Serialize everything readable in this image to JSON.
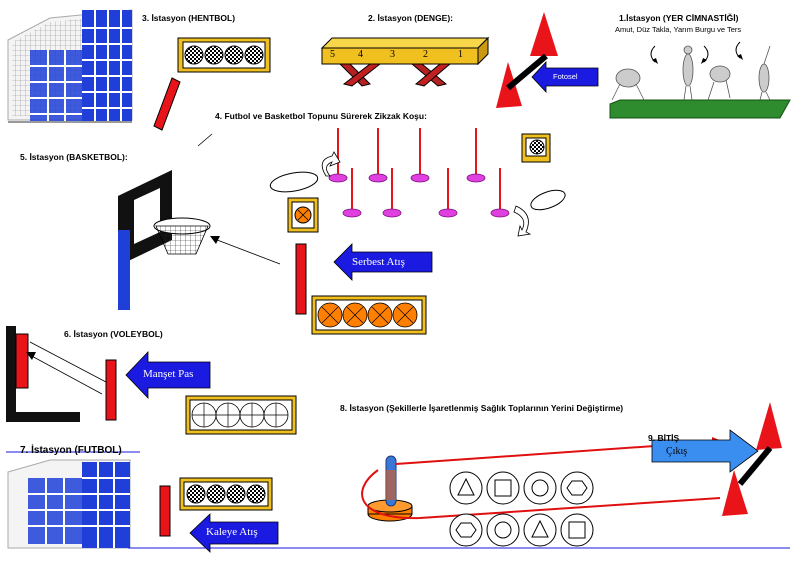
{
  "stations": {
    "s1": {
      "title": "1.İstasyon (YER CİMNASTİĞİ)",
      "subtitle": "Amut, Düz Takla, Yarım Burgu ve Ters"
    },
    "s2": {
      "title": "2. İstasyon (DENGE):",
      "beam_numbers": [
        "5",
        "4",
        "3",
        "2",
        "1"
      ]
    },
    "s3": {
      "title": "3. İstasyon (HENTBOL)"
    },
    "s4": {
      "title": "4. Futbol ve Basketbol Topunu Sürerek Zikzak Koşu:"
    },
    "s5": {
      "title": "5. İstasyon (BASKETBOL):"
    },
    "s6": {
      "title": "6. İstasyon (VOLEYBOL)"
    },
    "s7": {
      "title": "7. İstasyon (FUTBOL)"
    },
    "s8": {
      "title": "8. İstasyon (Şekillerle İşaretlenmiş Sağlık Toplarının Yerini Değiştirme)"
    },
    "s9": {
      "title": "9. BİTİŞ"
    }
  },
  "arrows": {
    "fotosel": "Fotosel",
    "serbest_atis": "Serbest Atış",
    "manset_pas": "Manşet Pas",
    "kaleye_atis": "Kaleye Atış",
    "cikis": "Çıkış"
  },
  "shapes": {
    "top_row": [
      "triangle",
      "square",
      "circle",
      "hexagon"
    ],
    "bottom_row": [
      "hexagon",
      "circle",
      "triangle",
      "square"
    ]
  },
  "colors": {
    "goal_blue": "#1f3fd8",
    "box_yellow": "#f0c020",
    "arrow_blue": "#1a1ae0",
    "arrow_cyan": "#3a8ef0",
    "cone_red": "#e8141a",
    "mat_green": "#2e8b2e",
    "pole_magenta": "#e040e0",
    "ball_orange": "#ff8000",
    "path_red": "#e01010"
  }
}
